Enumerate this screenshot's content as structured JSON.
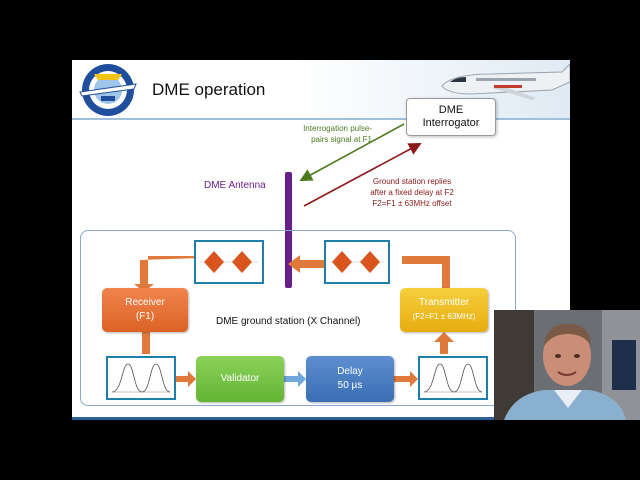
{
  "slide": {
    "title": "DME operation",
    "interrogator": {
      "line1": "DME",
      "line2": "Interrogator"
    },
    "notes": {
      "interrogation": [
        "Interrogation pulse-",
        "pairs signal at F1"
      ],
      "reply": [
        "Ground station replies",
        "after a fixed delay  at F2",
        "F2=F1 ± 63MHz offset"
      ]
    },
    "antenna_label": "DME Antenna",
    "station_label": "DME ground station (X Channel)",
    "blocks": {
      "receiver": {
        "line1": "Receiver",
        "line2": "(F1)"
      },
      "transmitter": {
        "line1": "Transmitter",
        "line2": "(F2=F1 ± 63MHz)"
      },
      "validator": "Validator",
      "delay": {
        "line1": "Delay",
        "line2": "50 µs"
      }
    },
    "colors": {
      "accent_green": "#4e7a1e",
      "accent_red": "#8b1a1a",
      "antenna_purple": "#6a1e8a",
      "receiver_orange": "#e06a2c",
      "transmitter_yellow": "#f0c02a",
      "validator_green": "#74c043",
      "delay_blue": "#4a7cc0"
    }
  },
  "icons": [
    "university-logo-icon",
    "aircraft-icon",
    "pulse-pair-scope-icon",
    "gaussian-pulse-scope-icon",
    "presenter-webcam"
  ]
}
